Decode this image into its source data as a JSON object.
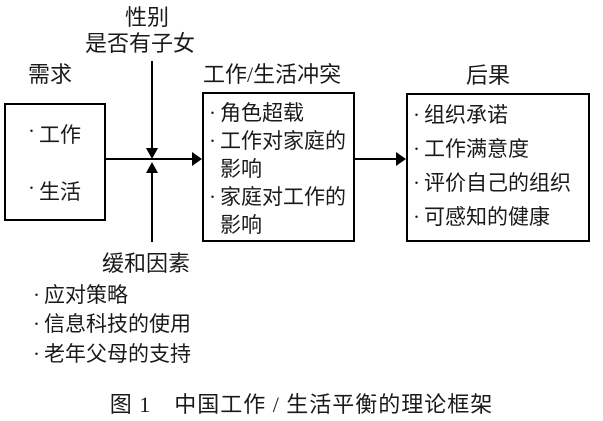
{
  "figure": {
    "top_factors": {
      "line1": "性别",
      "line2": "是否有子女"
    },
    "demands": {
      "heading": "需求",
      "items": [
        "工作",
        "生活"
      ]
    },
    "conflict": {
      "heading": "工作/生活冲突",
      "items": [
        "角色超载",
        "工作对家庭的影响",
        "家庭对工作的影响"
      ]
    },
    "outcomes": {
      "heading": "后果",
      "items": [
        "组织承诺",
        "工作满意度",
        "评价自己的组织",
        "可感知的健康"
      ]
    },
    "moderators": {
      "heading": "缓和因素",
      "items": [
        "应对策略",
        "信息科技的使用",
        "老年父母的支持"
      ]
    },
    "caption": "图 1　中国工作 / 生活平衡的理论框架",
    "bullet": "·"
  },
  "colors": {
    "background": "#ffffff",
    "text": "#1a1a1a",
    "line": "#000000"
  }
}
